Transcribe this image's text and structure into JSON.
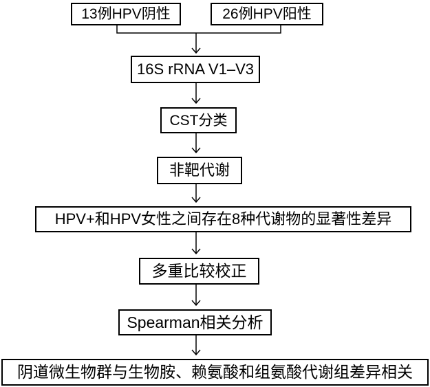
{
  "flowchart": {
    "colors": {
      "background": "#ffffff",
      "box_fill": "#ffffff",
      "box_border": "#000000",
      "text": "#000000",
      "connector": "#000000"
    },
    "nodes": [
      {
        "id": "hpv-negative-group",
        "label": "13例HPV阴性"
      },
      {
        "id": "hpv-positive-group",
        "label": "26例HPV阳性"
      },
      {
        "id": "sequencing",
        "label": "16S rRNA V1–V3"
      },
      {
        "id": "cst-classification",
        "label": "CST分类"
      },
      {
        "id": "untargeted-metabolomics",
        "label": "非靶代谢"
      },
      {
        "id": "differential-metabolites",
        "label": "HPV+和HPV女性之间存在8种代谢物的显著性差异"
      },
      {
        "id": "multiple-comparison-correction",
        "label": "多重比较校正"
      },
      {
        "id": "spearman-analysis",
        "label": "Spearman相关分析"
      },
      {
        "id": "conclusion",
        "label": "阴道微生物群与生物胺、赖氨酸和组氨酸代谢组差异相关"
      }
    ]
  }
}
